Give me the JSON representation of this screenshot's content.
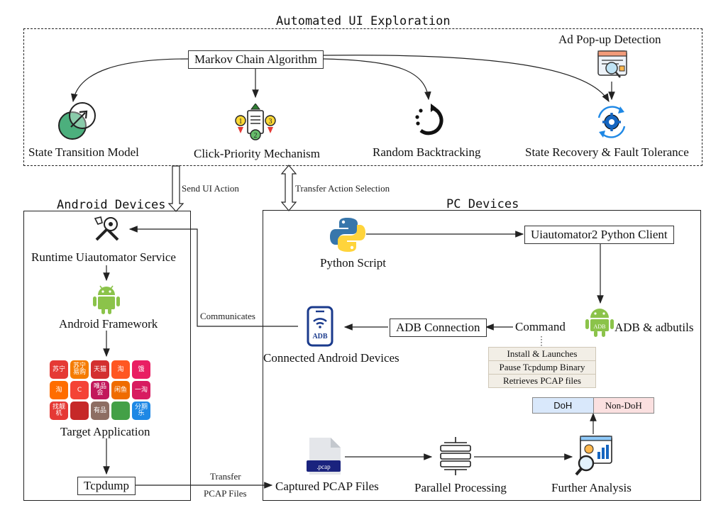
{
  "ui_exploration": {
    "title": "Automated UI Exploration",
    "markov": "Markov Chain Algorithm",
    "ad_popup": "Ad Pop-up Detection",
    "state_transition": "State Transition Model",
    "click_priority": "Click-Priority Mechanism",
    "random_backtracking": "Random Backtracking",
    "state_recovery": "State Recovery & Fault Tolerance"
  },
  "links": {
    "send_ui_action": "Send UI Action",
    "transfer_action": "Transfer Action Selection",
    "communicates": "Communicates",
    "transfer": "Transfer",
    "pcap_files": "PCAP Files"
  },
  "android": {
    "title": "Android Devices",
    "runtime_service": "Runtime Uiautomator Service",
    "framework": "Android Framework",
    "target_app": "Target Application",
    "tcpdump": "Tcpdump",
    "app_tiles": [
      "苏宁",
      "苏宁易购",
      "天猫",
      "淘",
      "饿",
      "淘",
      "C",
      "唯品会",
      "闲鱼",
      "一淘",
      "找靓机",
      "",
      "有品",
      "",
      "分期乐"
    ]
  },
  "pc": {
    "title": "PC Devices",
    "python_script": "Python Script",
    "u2_client": "Uiautomator2 Python Client",
    "adb_connection": "ADB Connection",
    "command": "Command",
    "adb_adbutils": "ADB & adbutils",
    "connected_devices": "Connected Android Devices",
    "command_items": [
      "Install & Launches",
      "Pause Tcpdump Binary",
      "Retrieves PCAP files"
    ],
    "pcap_ext": ".pcap",
    "captured_pcap": "Captured PCAP Files",
    "parallel": "Parallel Processing",
    "further": "Further Analysis",
    "doh": "DoH",
    "non_doh": "Non-DoH",
    "adb_icon_text": "ADB"
  },
  "colors": {
    "android_green": "#8bc34a",
    "python_blue": "#3776ab",
    "python_yellow": "#ffd43b",
    "doh_fill": "#d9e8fb",
    "nondoh_fill": "#fbe0e0",
    "app_tile_colors": [
      "#e53935",
      "#f57c00",
      "#d32f2f",
      "#ff5722",
      "#e91e63",
      "#ff6d00",
      "#f44336",
      "#c2185b",
      "#ef6c00",
      "#d81b60",
      "#e53935",
      "#c62828",
      "#8d6e63",
      "#43a047",
      "#1e88e5"
    ]
  }
}
